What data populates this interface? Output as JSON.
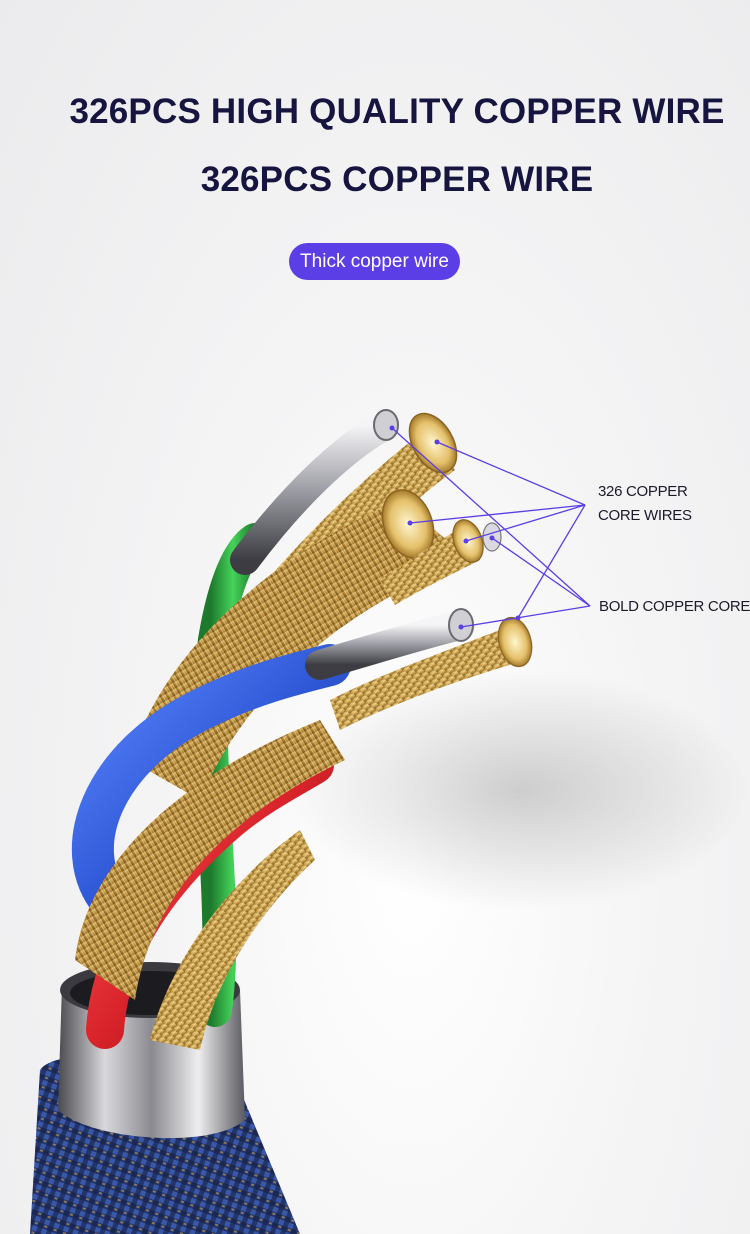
{
  "headline": {
    "line1": "326PCS HIGH QUALITY COPPER WIRE",
    "line2": "326PCS COPPER WIRE"
  },
  "badge": {
    "label": "Thick copper wire",
    "color": "#5b3ee6"
  },
  "callouts": {
    "core_wires_line1": "326 COPPER",
    "core_wires_line2": "CORE WIRES",
    "bold_core": "BOLD COPPER CORE"
  },
  "colors": {
    "headline": "#15153f",
    "leader_lines": "#5b3ee6",
    "copper": "#d9b25a",
    "braid": "#2a3e78",
    "wire_blue": "#2f58d6",
    "wire_red": "#d8232a",
    "wire_green": "#2fb545"
  }
}
